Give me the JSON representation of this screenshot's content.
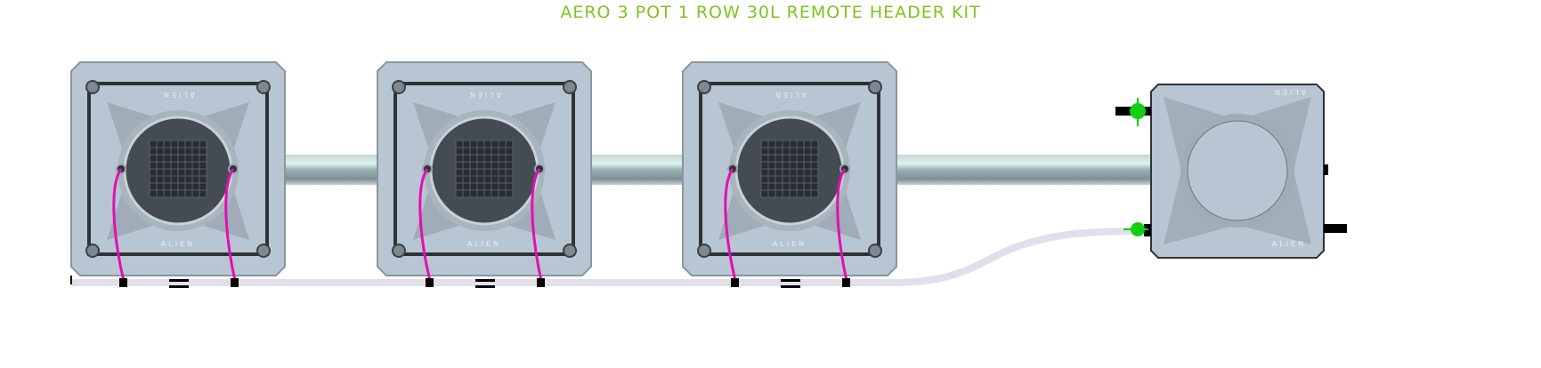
{
  "title": "AERO 3 POT 1 ROW 30L REMOTE HEADER KIT",
  "brand_logo_text": "ALIEN",
  "pot_count": 3,
  "colors": {
    "title": "#7cc520",
    "pot_body": "#b8c6d3",
    "lid": "#454b52",
    "drip_line": "#e010b0",
    "valve": "#10d010",
    "hose": "#e0dfea",
    "pipe": "#9fb3b5"
  }
}
